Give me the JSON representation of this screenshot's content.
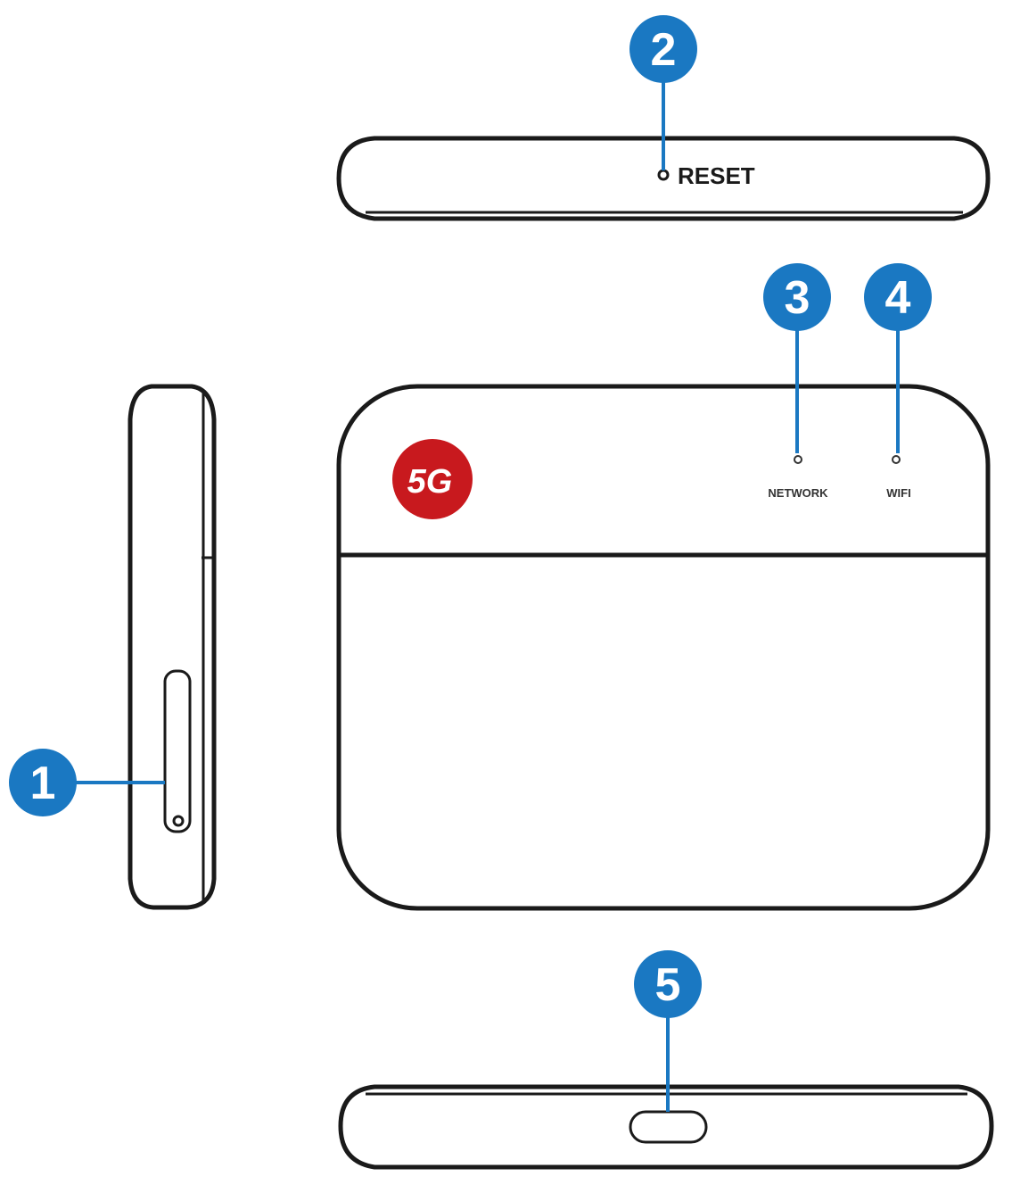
{
  "device": {
    "top_edge_label": "RESET",
    "network_label": "NETWORK",
    "wifi_label": "WIFI",
    "logo_text": "5G"
  },
  "callouts": [
    "1",
    "2",
    "3",
    "4",
    "5"
  ],
  "colors": {
    "callout": "#1a78c2",
    "logo": "#c8191e",
    "outline": "#1a1a1a"
  }
}
